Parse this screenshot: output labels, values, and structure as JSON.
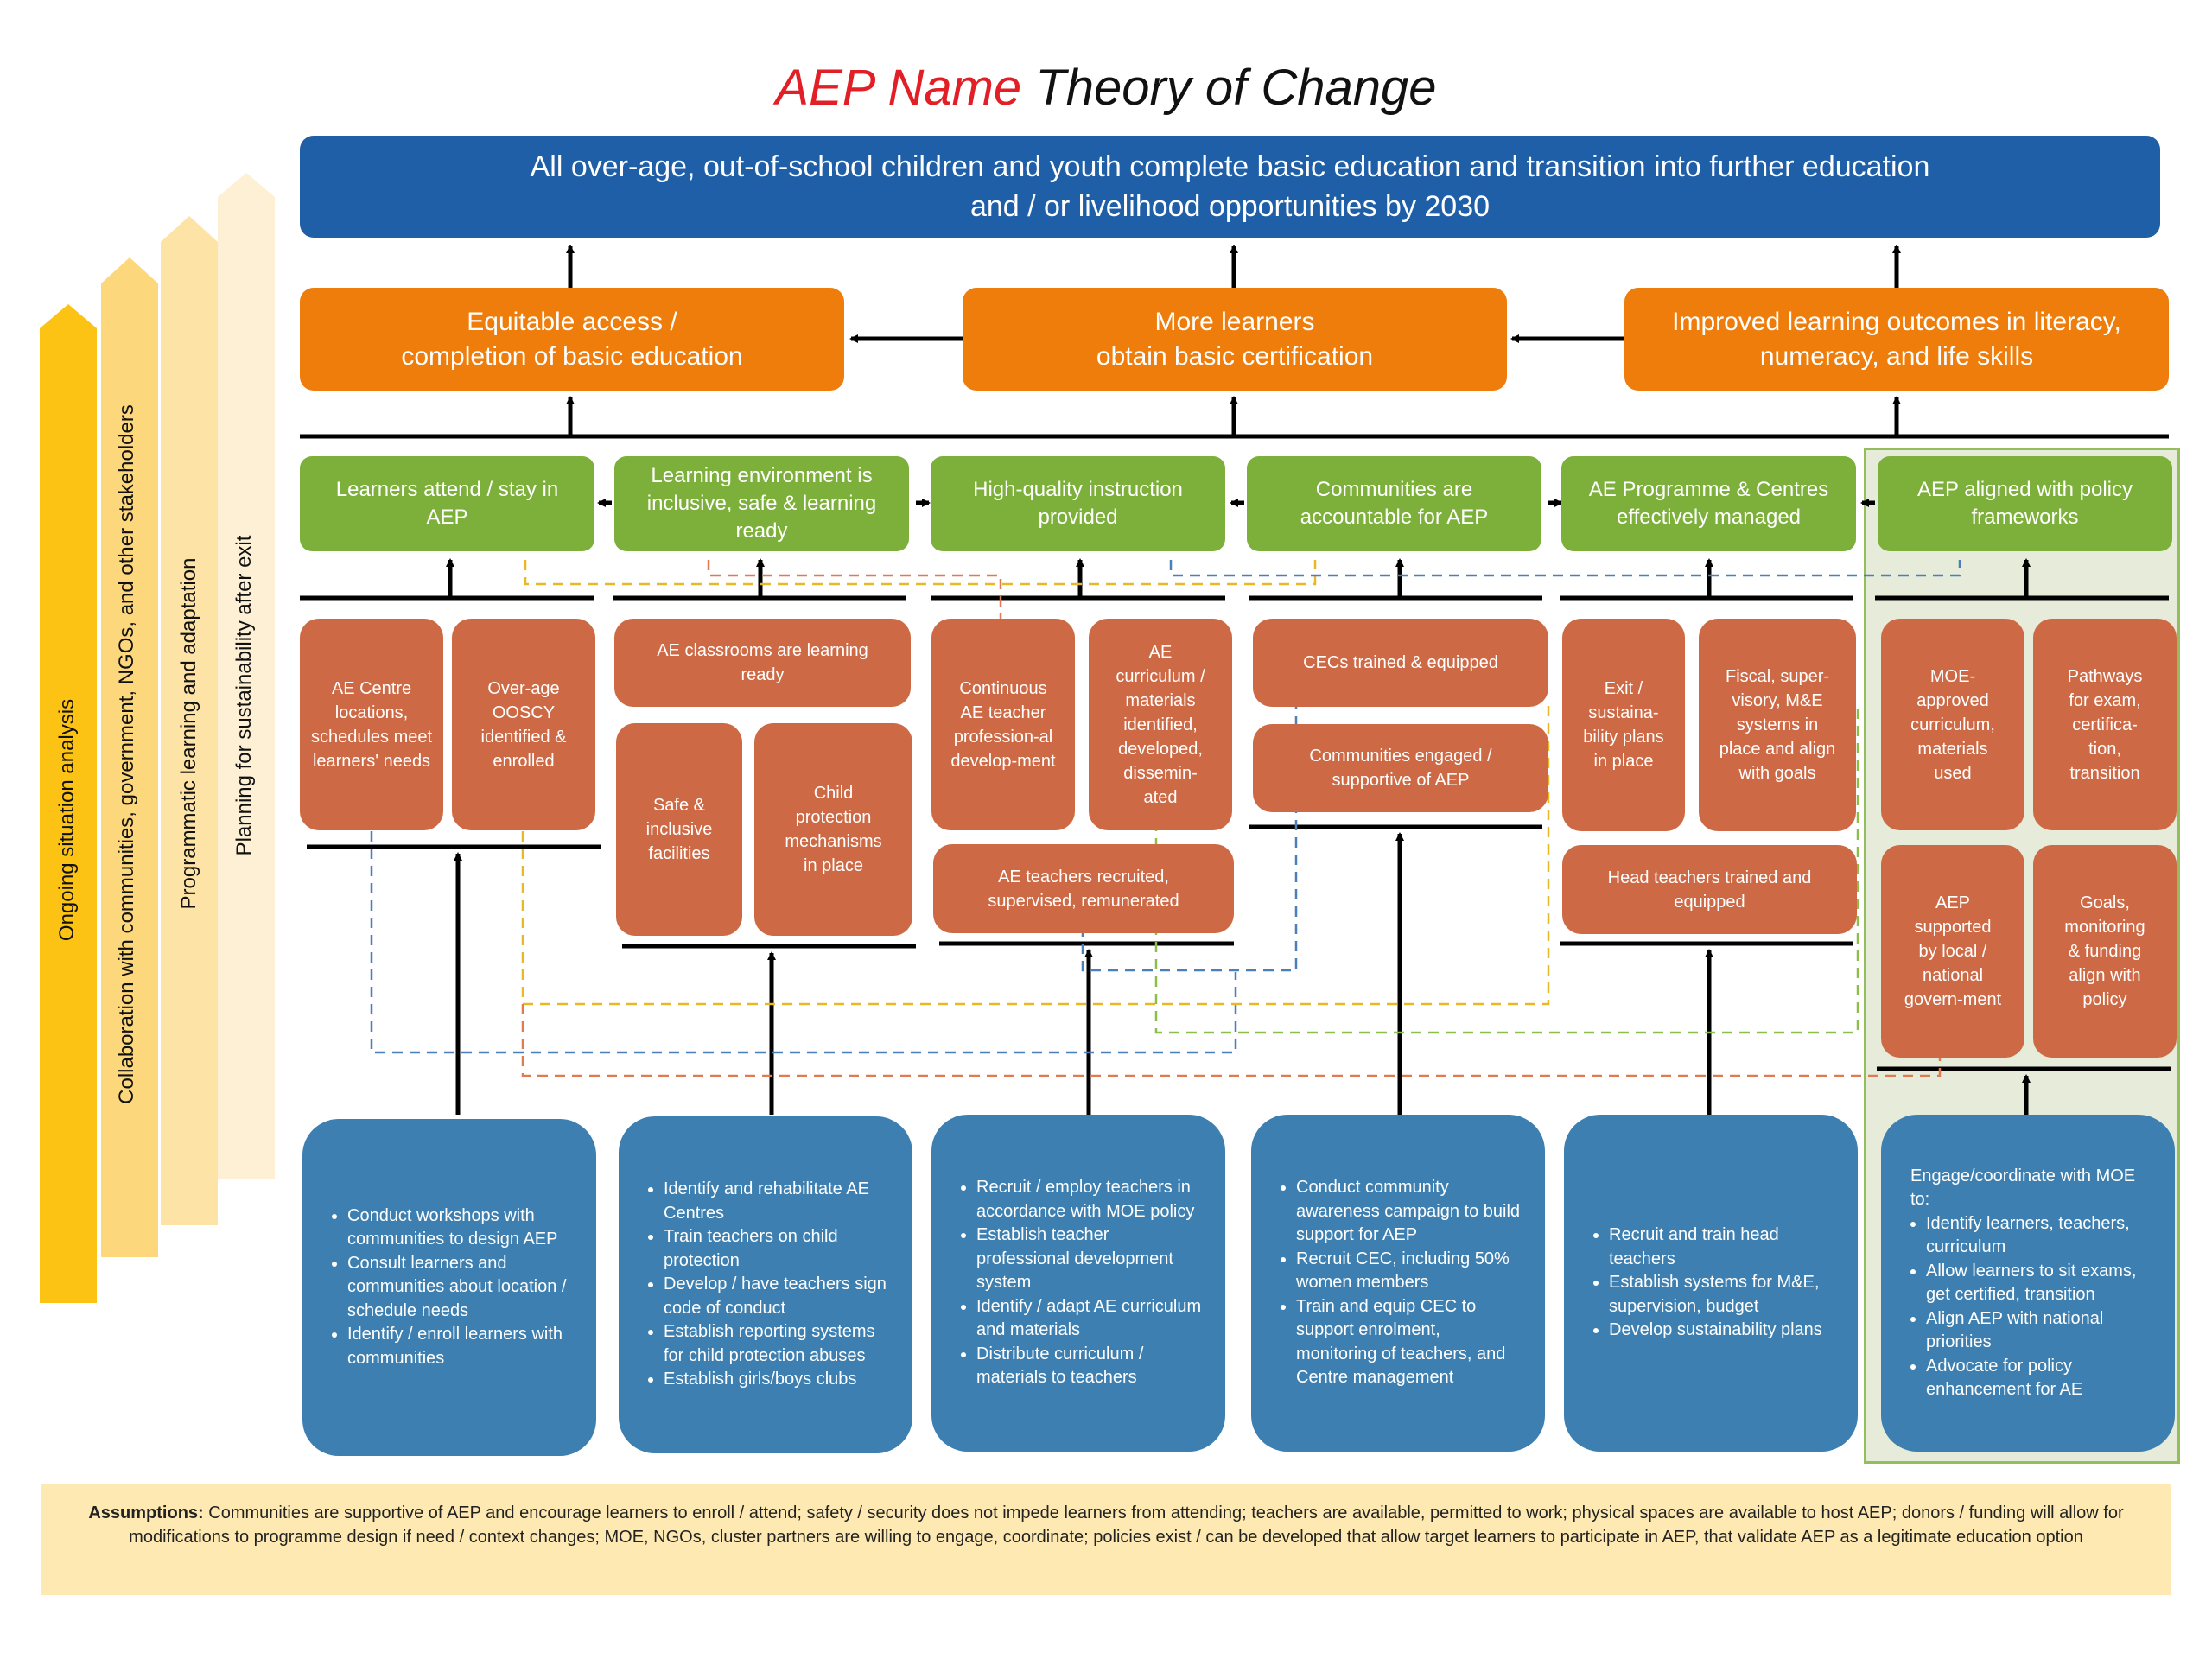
{
  "title": {
    "part1": "AEP Name",
    "part2": " Theory of Change"
  },
  "goal": {
    "line1": "All over-age, out-of-school children and youth complete basic education and transition into further education",
    "line2": "and / or livelihood opportunities by 2030"
  },
  "outcomes": [
    {
      "line1": "Equitable access /",
      "line2": "completion of basic education"
    },
    {
      "line1": "More learners",
      "line2": "obtain basic certification"
    },
    {
      "line1": "Improved learning outcomes in literacy,",
      "line2": "numeracy, and life skills"
    }
  ],
  "intermediate": [
    {
      "text": "Learners attend / stay in AEP"
    },
    {
      "text": "Learning environment is inclusive, safe & learning ready"
    },
    {
      "text": "High-quality instruction provided"
    },
    {
      "text": "Communities are accountable for AEP"
    },
    {
      "text": "AE Programme & Centres effectively managed"
    },
    {
      "text": "AEP aligned with policy frameworks"
    }
  ],
  "outputs": {
    "c1": [
      "AE Centre locations, schedules meet learners' needs",
      "Over-age OOSCY identified & enrolled"
    ],
    "c2": [
      "AE classrooms are learning ready",
      "Safe & inclusive facilities",
      "Child protection mechanisms in place"
    ],
    "c3": [
      "Continuous AE teacher profession-al develop-ment",
      "AE curriculum / materials identified, developed, dissemin-ated",
      "AE teachers recruited, supervised, remunerated"
    ],
    "c4": [
      "CECs trained & equipped",
      "Communities engaged / supportive of AEP"
    ],
    "c5": [
      "Exit / sustaina-bility plans in place",
      "Fiscal, super-visory, M&E systems in place and align with goals",
      "Head teachers trained and equipped"
    ],
    "c6": [
      "MOE-approved curriculum, materials used",
      "Pathways for exam, certifica-tion, transition",
      "AEP supported by local / national govern-ment",
      "Goals, monitoring & funding align with policy"
    ]
  },
  "activities": {
    "c1": {
      "items": [
        "Conduct workshops with communities to design AEP",
        "Consult learners and communities about location / schedule needs",
        "Identify / enroll learners with communities"
      ]
    },
    "c2": {
      "items": [
        "Identify and rehabilitate AE Centres",
        "Train teachers on child protection",
        "Develop / have teachers sign code of conduct",
        "Establish reporting systems for child protection abuses",
        "Establish girls/boys clubs"
      ]
    },
    "c3": {
      "items": [
        "Recruit / employ teachers in accordance with MOE policy",
        "Establish teacher professional development system",
        "Identify / adapt AE curriculum and materials",
        "Distribute curriculum / materials to teachers"
      ]
    },
    "c4": {
      "items": [
        "Conduct community awareness campaign to build support for AEP",
        "Recruit CEC, including 50% women members",
        "Train and equip CEC to support enrolment, monitoring of teachers, and Centre management"
      ]
    },
    "c5": {
      "items": [
        "Recruit and train head teachers",
        "Establish systems for M&E, supervision, budget",
        "Develop sustainability plans"
      ]
    },
    "c6": {
      "lead": "Engage/coordinate with MOE to:",
      "items": [
        "Identify learners, teachers, curriculum",
        "Allow learners to sit exams, get certified, transition",
        "Align AEP with national priorities",
        "Advocate for policy enhancement for AE"
      ]
    }
  },
  "side_arrows": [
    "Ongoing situation analysis",
    "Collaboration with communities, government, NGOs, and other stakeholders",
    "Programmatic learning and adaptation",
    "Planning for sustainability after exit"
  ],
  "assumptions": {
    "label": "Assumptions:",
    "text": " Communities are supportive of AEP and encourage learners to enroll / attend; safety / security does not impede learners from attending; teachers are available, permitted to work; physical spaces are available to host AEP; donors / funding will allow for modifications to programme design if need / context changes; MOE, NGOs, cluster partners are willing to engage, coordinate; policies exist / can be developed that allow target learners to participate in AEP, that validate AEP as a legitimate education option"
  },
  "colors": {
    "goal": "#1f5fa8",
    "outcome": "#ee7d0b",
    "intermediate": "#7db03a",
    "output": "#cd6a45",
    "activity": "#3d7fb0",
    "assumptions_bg": "#fde9b1",
    "title_accent": "#e21e26"
  }
}
